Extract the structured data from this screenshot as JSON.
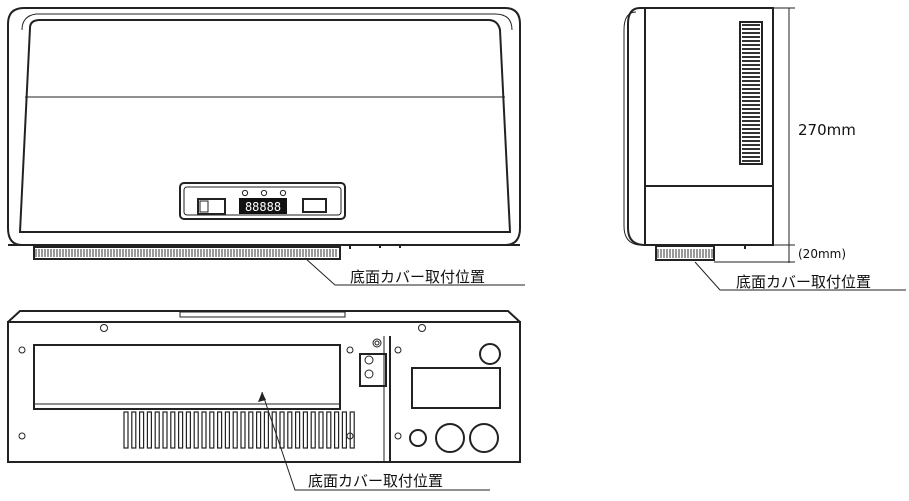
{
  "labels": {
    "front_mount": "底面カバー取付位置",
    "side_mount": "底面カバー取付位置",
    "bottom_mount": "底面カバー取付位置"
  },
  "dimensions": {
    "height": "270mm",
    "clearance": "(20mm)"
  },
  "display": {
    "digits": "88888"
  }
}
